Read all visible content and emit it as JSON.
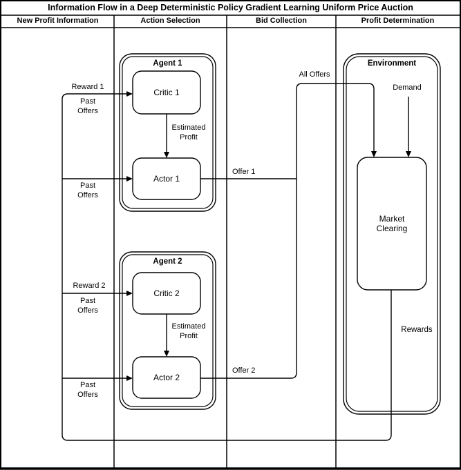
{
  "title": "Information Flow in a Deep Deterministic Policy Gradient Learning Uniform Price Auction",
  "lanes": [
    "New Profit Information",
    "Action Selection",
    "Bid Collection",
    "Profit Determination"
  ],
  "agent1": {
    "title": "Agent 1",
    "critic": "Critic 1",
    "actor": "Actor 1",
    "estimated_profit": "Estimated Profit",
    "reward_in": "Reward 1",
    "past_offers_critic": "Past Offers",
    "past_offers_actor": "Past Offers",
    "offer_out": "Offer 1"
  },
  "agent2": {
    "title": "Agent 2",
    "critic": "Critic 2",
    "actor": "Actor 2",
    "estimated_profit": "Estimated Profit",
    "reward_in": "Reward 2",
    "past_offers_critic": "Past Offers",
    "past_offers_actor": "Past Offers",
    "offer_out": "Offer 2"
  },
  "environment": {
    "title": "Environment",
    "market_clearing": "Market Clearing",
    "demand": "Demand",
    "all_offers": "All Offers",
    "rewards": "Rewards"
  },
  "colors": {
    "line": "#000000",
    "background": "#ffffff",
    "text": "#000000"
  }
}
